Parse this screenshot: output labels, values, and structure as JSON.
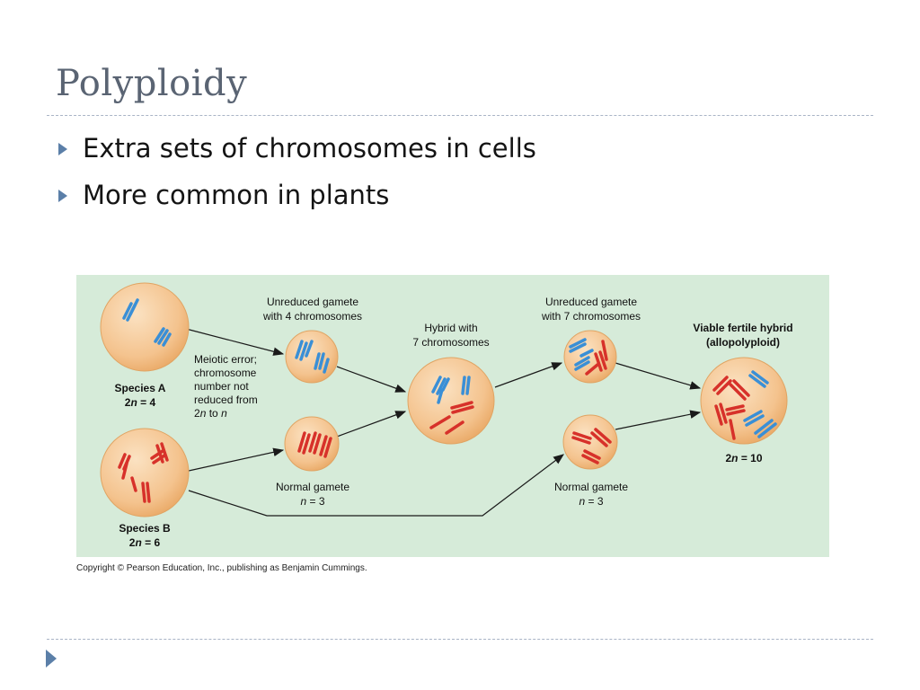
{
  "slide": {
    "title": "Polyploidy",
    "bullets": [
      "Extra sets of chromosomes in cells",
      "More common in plants"
    ],
    "copyright": "Copyright © Pearson Education, Inc., publishing as Benjamin Cummings."
  },
  "diagram": {
    "species_a": {
      "line1": "Species A",
      "line2_prefix": "2",
      "line2_italic": "n",
      "line2_suffix": " = 4"
    },
    "species_b": {
      "line1": "Species B",
      "line2_prefix": "2",
      "line2_italic": "n",
      "line2_suffix": " = 6"
    },
    "meiotic_error": {
      "lines": [
        "Meiotic error;",
        "chromosome",
        "number not",
        "reduced from"
      ],
      "last_prefix": "2",
      "last_italic1": "n",
      "last_mid": " to ",
      "last_italic2": "n"
    },
    "unreduced_gamete_4": [
      "Unreduced gamete",
      "with 4 chromosomes"
    ],
    "hybrid": [
      "Hybrid with",
      "7 chromosomes"
    ],
    "unreduced_gamete_7": [
      "Unreduced gamete",
      "with 7 chromosomes"
    ],
    "viable_hybrid": [
      "Viable fertile hybrid",
      "(allopolyploid)"
    ],
    "viable_count": {
      "prefix": "2",
      "italic": "n",
      "suffix": " = 10"
    },
    "normal_gamete_1": {
      "line1": "Normal gamete",
      "italic": "n",
      "suffix": " = 3"
    },
    "normal_gamete_2": {
      "line1": "Normal gamete",
      "italic": "n",
      "suffix": " = 3"
    }
  },
  "colors": {
    "background_panel": "#d6ebd9",
    "cell_fill": "#f3c592",
    "chromosome_blue": "#3a8fd6",
    "chromosome_red": "#d7312a",
    "title_color": "#5a6473",
    "accent_arrow": "#5b7fa8"
  }
}
